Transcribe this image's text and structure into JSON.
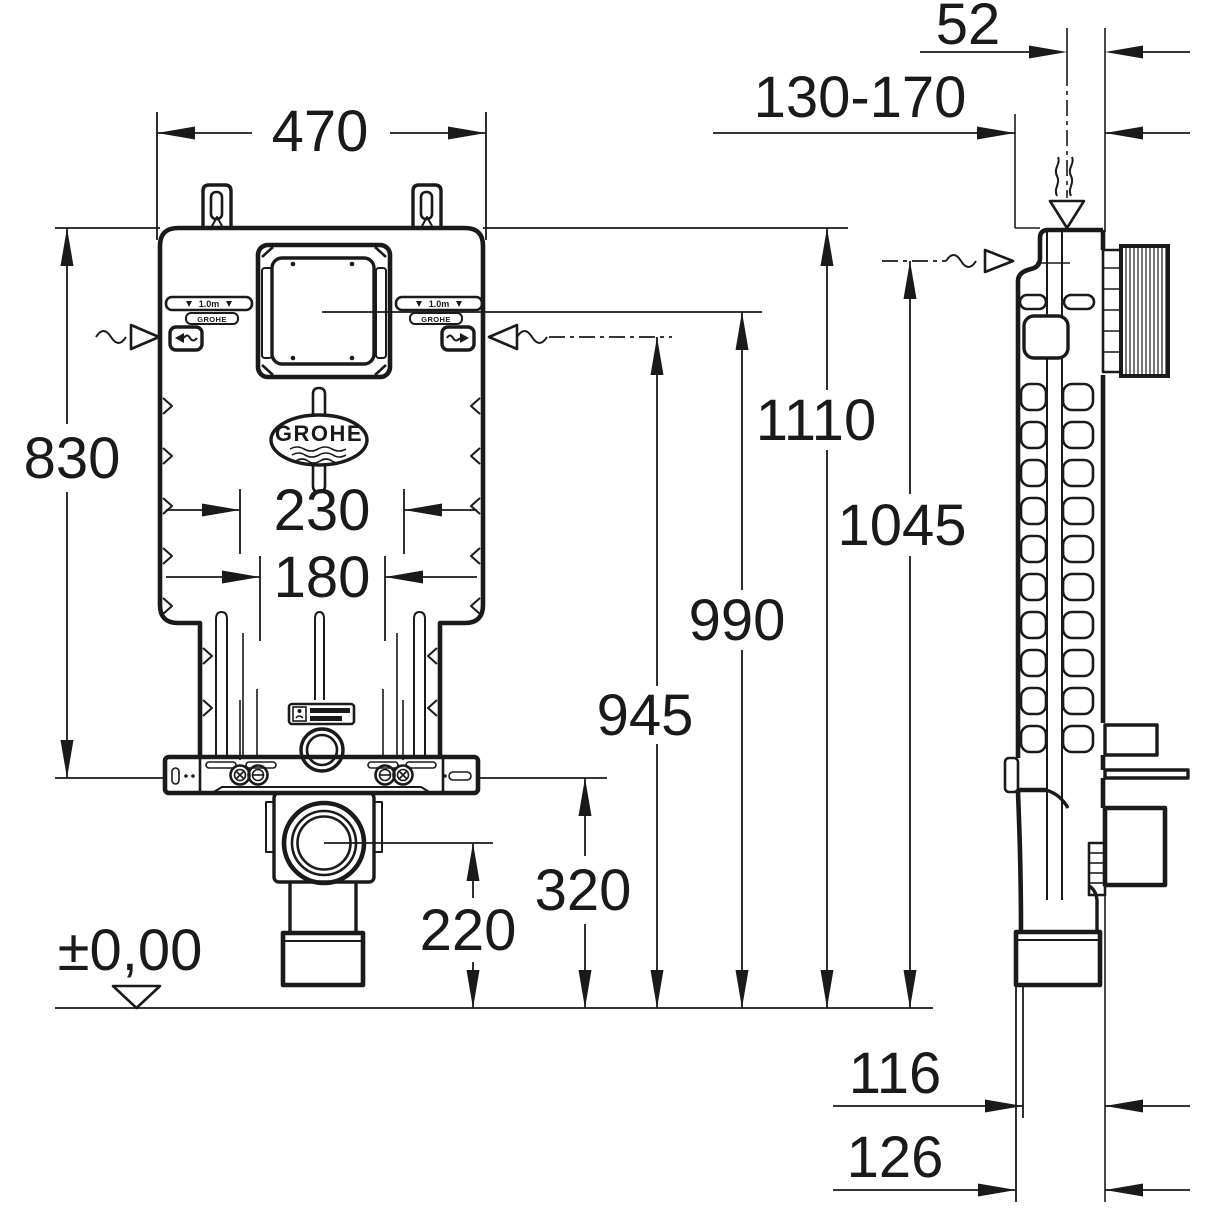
{
  "colors": {
    "ink": "#1a1a1a",
    "background": "#ffffff"
  },
  "dims": {
    "frame_width": "470",
    "frame_height": "830",
    "anchor_outer": "230",
    "anchor_inner": "180",
    "drain_height": "220",
    "support_height": "320",
    "inlet_height": "945",
    "actuation_height": "990",
    "total_height": "1110",
    "side_inlet_height": "1045",
    "frame_depth": "52",
    "install_depth": "130-170",
    "drain_offset_inner": "116",
    "drain_offset_outer": "126",
    "floor_level": "±0,00"
  },
  "labels": {
    "logo": "GROHE",
    "level_mark": "1.0m",
    "tape_brand": "GROHE"
  },
  "icons": {
    "flow_in_left": "wavy-arrow-right",
    "flow_out_right": "wavy-arrow-left",
    "side_inlet": "wavy-arrow-right",
    "hot_outlet": "steam-triangle-down",
    "datum": "open-triangle-down",
    "level_tape_marks": "triangle-down-pair",
    "flow_box_left": "arrow-left-wave",
    "flow_box_right": "arrow-right-wave"
  }
}
